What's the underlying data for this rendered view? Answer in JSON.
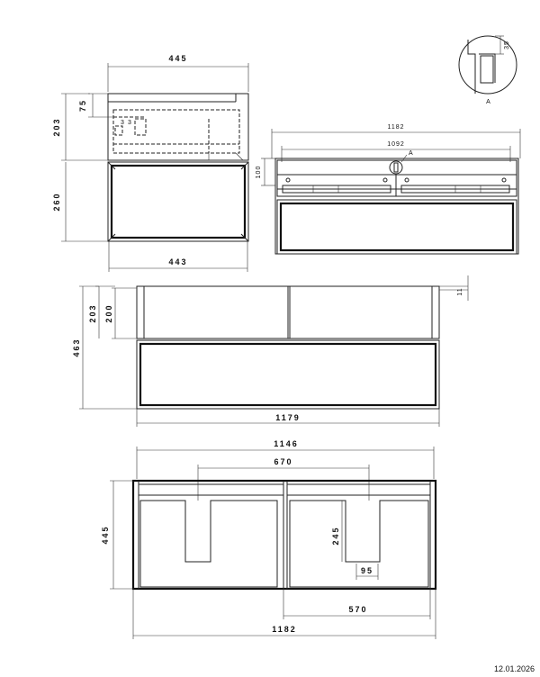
{
  "dimensions": {
    "side_top_width": "445",
    "side_drawer_height": "203",
    "side_upper_gap": "75",
    "side_frame_height": "260",
    "side_bottom_width": "443",
    "front_total_width": "1182",
    "front_inner_width": "1092",
    "front_drawer_height": "100",
    "detail_marker": "A",
    "detail_dim": "35",
    "detail_label": "A",
    "elev_drawer_203": "203",
    "elev_drawer_200": "200",
    "elev_total_height": "463",
    "elev_top_offset": "11",
    "elev_width": "1179",
    "plan_width_top": "1146",
    "plan_cutout_spacing": "670",
    "plan_depth": "445",
    "plan_cutout_depth": "245",
    "plan_cutout_width": "95",
    "plan_drawer_width": "570",
    "plan_width_bottom": "1182"
  },
  "footer": {
    "date": "12.01.2026"
  }
}
